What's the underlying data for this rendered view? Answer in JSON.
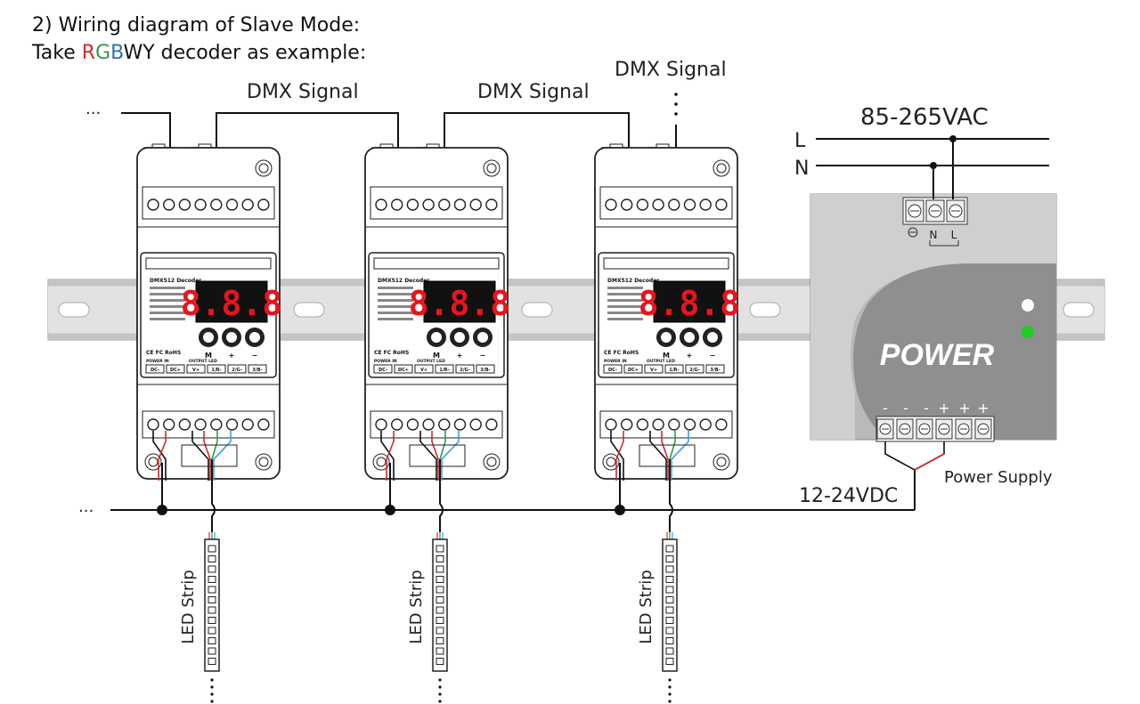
{
  "heading": {
    "line1": "2) Wiring diagram of Slave Mode:",
    "line2_prefix": "Take ",
    "line2_R": "R",
    "line2_G": "G",
    "line2_B": "B",
    "line2_rest": "WY decoder as example:",
    "color_R": "#d42a2a",
    "color_G": "#2e9a4a",
    "color_B": "#2d6fb8"
  },
  "signal_labels": {
    "dmx_1": "DMX Signal",
    "dmx_2": "DMX Signal",
    "dmx_3": "DMX Signal"
  },
  "ac": {
    "voltage": "85-265VAC",
    "line_L": "L",
    "line_N": "N",
    "terminal_N": "N",
    "terminal_L": "L"
  },
  "dc": {
    "voltage": "12-24VDC"
  },
  "power_supply": {
    "brand": "POWER",
    "caption": "Power Supply",
    "out_signs": [
      "-",
      "-",
      "-",
      "+",
      "+",
      "+"
    ],
    "led_white": "#ffffff",
    "led_green": "#22cc22"
  },
  "decoder": {
    "model": "DMX512 Decoder",
    "display": "8.8.8",
    "display_color": "#e8141e",
    "btn_m": "M",
    "btn_plus": "+",
    "btn_minus": "−",
    "cert": "CE FC RoHS",
    "power_in": "POWER IN",
    "output_led": "OUTPUT LED",
    "out_terms": [
      "DC-",
      "DC+",
      "V+",
      "1/R-",
      "2/G-",
      "3/B-"
    ]
  },
  "strip_label": "LED Strip",
  "wire_colors": {
    "red": "#d42a2a",
    "green": "#2e9a4a",
    "blue": "#3a9ee0",
    "black": "#111111"
  },
  "continuation": "···"
}
